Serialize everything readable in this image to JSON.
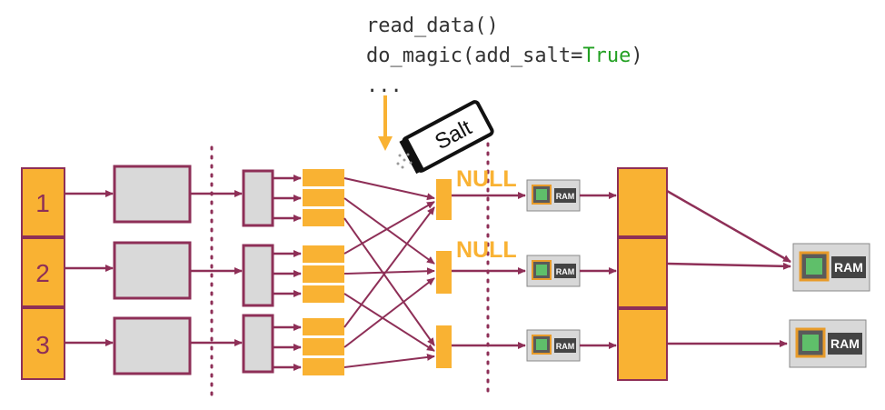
{
  "code": {
    "line1": "read_data()",
    "line2_prefix": "do_magic(add_salt=",
    "line2_kw": "True",
    "line2_suffix": ")",
    "line3": "..."
  },
  "salt_label": "Salt",
  "input_labels": [
    "1",
    "2",
    "3"
  ],
  "null_labels": [
    "NULL",
    "NULL"
  ],
  "ram_label": "RAM",
  "colors": {
    "orange": "#F9B233",
    "arrow": "#8E2F57",
    "box_border": "#8E2F57",
    "box_fill": "#D9D9D9",
    "code_keyword": "#22A022"
  }
}
